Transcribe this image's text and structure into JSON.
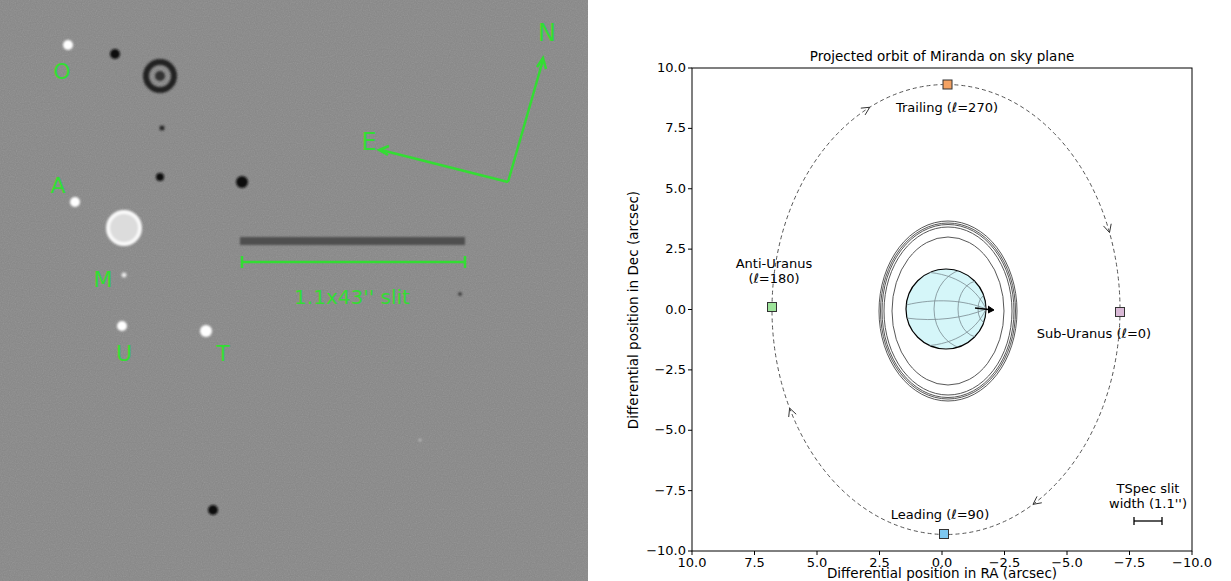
{
  "diagram": {
    "title": "Projected orbit of Miranda on sky plane",
    "labels": [
      "O",
      "A",
      "M",
      "U",
      "T",
      "N",
      "E",
      "1.1x43'' slit",
      "Trailing (ℓ=270)",
      "Anti-Uranus (ℓ=180)",
      "Sub-Uranus (ℓ=0)",
      "Leading (ℓ=90)",
      "TSpec slit width (1.1'')",
      "10.0",
      "7.5",
      "5.0",
      "2.5",
      "0.0",
      "−2.5",
      "−5.0",
      "−7.5",
      "−10.0",
      "10.0",
      "7.5",
      "5.0",
      "2.5",
      "0.0",
      "−2.5",
      "−5.0",
      "−7.5",
      "−10.0",
      "Differential position in Dec (arcsec)",
      "Differential position in RA (arcsec)"
    ]
  }
}
